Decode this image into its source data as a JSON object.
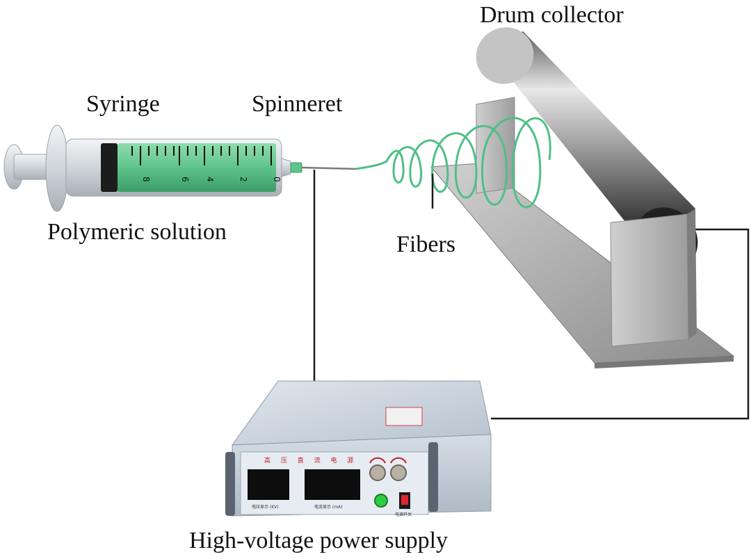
{
  "labels": {
    "drum_collector": "Drum collector",
    "syringe": "Syringe",
    "spinneret": "Spinneret",
    "polymeric_solution": "Polymeric solution",
    "fibers": "Fibers",
    "power_supply": "High-voltage power supply"
  },
  "syringe_scale": [
    "8",
    "6",
    "4",
    "2",
    "0"
  ],
  "power_supply_panel": {
    "title": "高 压 直 流 电 源",
    "display_left_caption": "电压显示 (KV)",
    "display_right_caption": "电流显示 (mA)",
    "switch_caption": "电源开关"
  },
  "colors": {
    "solution": "#5fc48a",
    "fiber": "#4fbf86",
    "wire": "#1a1a1a",
    "metal": "#9a9a9a",
    "psu_body": "#c9d2dc",
    "indicator_led": "#2ecc40",
    "power_switch": "#e0242c"
  }
}
